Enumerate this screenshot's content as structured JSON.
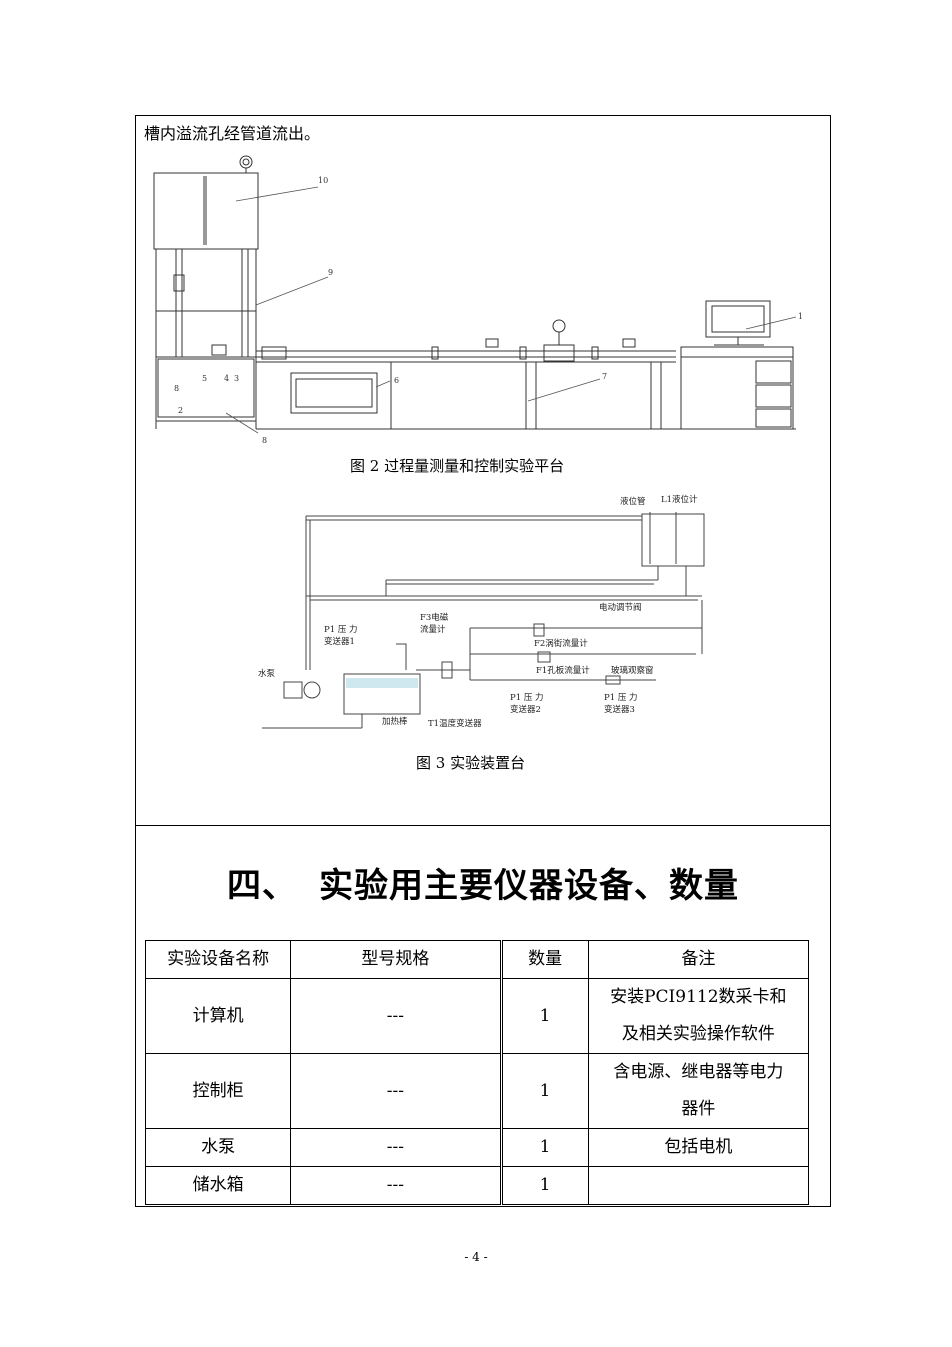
{
  "intro_text": "槽内溢流孔经管道流出。",
  "figure2": {
    "caption": "图 2 过程量测量和控制实验平台",
    "callouts": [
      "10",
      "9",
      "6",
      "7",
      "1",
      "8"
    ],
    "panel_numbers": [
      "5",
      "4",
      "3",
      "8",
      "2"
    ]
  },
  "figure3": {
    "caption": "图 3  实验装置台",
    "labels": {
      "level_tube": "液位管",
      "level_meter": "L1液位计",
      "motor_valve": "电动调节阀",
      "f3_line1": "F3电磁",
      "f3_line2": "流量计",
      "p1_line1": "P1 压 力",
      "p1_line2": "变送器1",
      "pump": "水泵",
      "f2": "F2涡街流量计",
      "f1": "F1孔板流量计",
      "glass": "玻璃观察窗",
      "p2_line1": "P1 压 力",
      "p2_line2": "变送器2",
      "p3_line1": "P1 压 力",
      "p3_line2": "变送器3",
      "heater": "加热棒",
      "t1": "T1温度变送器"
    }
  },
  "section": {
    "number": "四、",
    "title": "实验用主要仪器设备、数量"
  },
  "table": {
    "headers": [
      "实验设备名称",
      "型号规格",
      "数量",
      "备注"
    ],
    "rows": [
      {
        "name": "计算机",
        "model": "---",
        "qty": "1",
        "note1": "安装PCI9112数采卡和",
        "note2": "及相关实验操作软件"
      },
      {
        "name": "控制柜",
        "model": "---",
        "qty": "1",
        "note1": "含电源、继电器等电力",
        "note2": "器件"
      },
      {
        "name": "水泵",
        "model": "---",
        "qty": "1",
        "note1": "包括电机",
        "note2": ""
      },
      {
        "name": "储水箱",
        "model": "---",
        "qty": "1",
        "note1": "",
        "note2": ""
      }
    ]
  },
  "page_number": "- 4 -"
}
